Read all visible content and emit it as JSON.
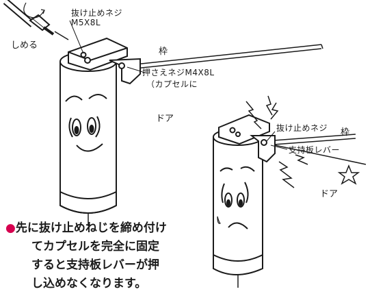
{
  "labels": {
    "screw_top_line1": "抜け止めネジ",
    "screw_top_line2": "M5X8L",
    "tighten": "しめる",
    "frame_top": "枠",
    "press_screw_line1": "押さえネジM4X8L",
    "press_screw_line2": "（カプセルに",
    "door_left": "ドア",
    "screw_right": "抜け止めネジ",
    "frame_right": "枠",
    "lever": "支持板レバー",
    "door_right": "ドア"
  },
  "note": {
    "bullet": "●",
    "line1": "先に抜け止めねじを締め付け",
    "line2": "てカプセルを完全に固定",
    "line3": "すると支持板レバーが押",
    "line4": "し込めなくなります。"
  },
  "colors": {
    "ink": "#1a1a1a",
    "bullet": "#d6004f",
    "background": "#ffffff"
  }
}
